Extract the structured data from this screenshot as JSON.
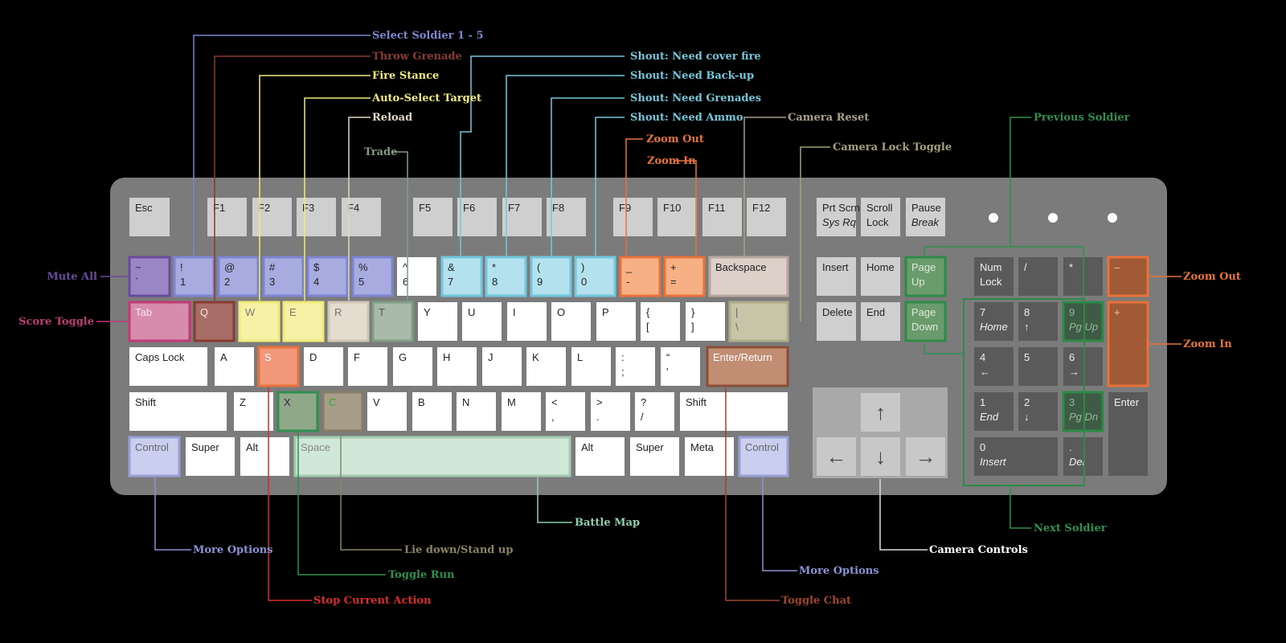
{
  "colors": {
    "background": "#000000",
    "board": "#7b7b7b",
    "key_white": "#ffffff",
    "key_gray": "#cfcfcf",
    "key_dark": "#5a5a5a",
    "numpad_border": "#2e8a47",
    "orange": "#e8733a",
    "blue": "#7d85d0",
    "purple": "#6a4a9c",
    "pink": "#c03a74",
    "yellow": "#f0ea7a",
    "cyan": "#72c7dc",
    "brown_red": "#8a3a30",
    "tan": "#a9a08a",
    "sage": "#7f9e84",
    "green": "#2f8f4e",
    "red": "#d72a2a",
    "mint": "#8ecfab",
    "lavender": "#8b93d6",
    "olive": "#8a8560",
    "dark_red": "#a0442c",
    "white_line": "#dddddd"
  },
  "keys": {
    "esc": {
      "main": "Esc"
    },
    "f1": {
      "main": "F1"
    },
    "f2": {
      "main": "F2"
    },
    "f3": {
      "main": "F3"
    },
    "f4": {
      "main": "F4"
    },
    "f5": {
      "main": "F5"
    },
    "f6": {
      "main": "F6"
    },
    "f7": {
      "main": "F7"
    },
    "f8": {
      "main": "F8"
    },
    "f9": {
      "main": "F9"
    },
    "f10": {
      "main": "F10"
    },
    "f11": {
      "main": "F11"
    },
    "f12": {
      "main": "F12"
    },
    "prtscrn": {
      "main": "Prt Scrn",
      "sub": "Sys Rq"
    },
    "scrolllock": {
      "main": "Scroll",
      "sub": "Lock"
    },
    "pause": {
      "main": "Pause",
      "sub": "Break"
    },
    "tilde": {
      "main": "~",
      "sub": "`"
    },
    "k1": {
      "main": "!",
      "sub": "1"
    },
    "k2": {
      "main": "@",
      "sub": "2"
    },
    "k3": {
      "main": "#",
      "sub": "3"
    },
    "k4": {
      "main": "$",
      "sub": "4"
    },
    "k5": {
      "main": "%",
      "sub": "5"
    },
    "k6": {
      "main": "^",
      "sub": "6"
    },
    "k7": {
      "main": "&",
      "sub": "7"
    },
    "k8": {
      "main": "*",
      "sub": "8"
    },
    "k9": {
      "main": "(",
      "sub": "9"
    },
    "k0": {
      "main": ")",
      "sub": "0"
    },
    "minus": {
      "main": "_",
      "sub": "-"
    },
    "equals": {
      "main": "+",
      "sub": "="
    },
    "backspace": {
      "main": "Backspace"
    },
    "insert": {
      "main": "Insert"
    },
    "home": {
      "main": "Home"
    },
    "pageup": {
      "main": "Page",
      "sub": "Up"
    },
    "tab": {
      "main": "Tab"
    },
    "q": {
      "main": "Q"
    },
    "w": {
      "main": "W"
    },
    "e": {
      "main": "E"
    },
    "r": {
      "main": "R"
    },
    "t": {
      "main": "T"
    },
    "y": {
      "main": "Y"
    },
    "u": {
      "main": "U"
    },
    "i": {
      "main": "I"
    },
    "o": {
      "main": "O"
    },
    "p": {
      "main": "P"
    },
    "lbrace": {
      "main": "{",
      "sub": "["
    },
    "rbrace": {
      "main": "}",
      "sub": "]"
    },
    "pipe": {
      "main": "|",
      "sub": "\\"
    },
    "delete": {
      "main": "Delete"
    },
    "end": {
      "main": "End"
    },
    "pagedown": {
      "main": "Page",
      "sub": "Down"
    },
    "capslock": {
      "main": "Caps Lock"
    },
    "a": {
      "main": "A"
    },
    "s": {
      "main": "S"
    },
    "d": {
      "main": "D"
    },
    "f": {
      "main": "F"
    },
    "g": {
      "main": "G"
    },
    "h": {
      "main": "H"
    },
    "j": {
      "main": "J"
    },
    "k": {
      "main": "K"
    },
    "l": {
      "main": "L"
    },
    "colon": {
      "main": ":",
      "sub": ";"
    },
    "quote": {
      "main": "“",
      "sub": "'"
    },
    "enter": {
      "main": "Enter/Return"
    },
    "lshift": {
      "main": "Shift"
    },
    "z": {
      "main": "Z"
    },
    "x": {
      "main": "X"
    },
    "c": {
      "main": "C"
    },
    "v": {
      "main": "V"
    },
    "b": {
      "main": "B"
    },
    "n": {
      "main": "N"
    },
    "m": {
      "main": "M"
    },
    "comma": {
      "main": "<",
      "sub": ","
    },
    "period": {
      "main": ">",
      "sub": "."
    },
    "slash": {
      "main": "?",
      "sub": "/"
    },
    "rshift": {
      "main": "Shift"
    },
    "lcontrol": {
      "main": "Control"
    },
    "lsuper": {
      "main": "Super"
    },
    "lalt": {
      "main": "Alt"
    },
    "space": {
      "main": "Space"
    },
    "ralt": {
      "main": "Alt"
    },
    "rsuper": {
      "main": "Super"
    },
    "meta": {
      "main": "Meta"
    },
    "rcontrol": {
      "main": "Control"
    },
    "up": {
      "main": "↑"
    },
    "left": {
      "main": "←"
    },
    "down": {
      "main": "↓"
    },
    "right": {
      "main": "→"
    },
    "numlock": {
      "main": "Num",
      "sub": "Lock"
    },
    "npdiv": {
      "main": "/"
    },
    "npmul": {
      "main": "*"
    },
    "npminus": {
      "main": "–"
    },
    "np7": {
      "main": "7",
      "sub": "Home"
    },
    "np8": {
      "main": "8",
      "sub": "↑"
    },
    "np9": {
      "main": "9",
      "sub": "Pg Up"
    },
    "npplus": {
      "main": "+"
    },
    "np4": {
      "main": "4",
      "sub": "←"
    },
    "np5": {
      "main": "5"
    },
    "np6": {
      "main": "6",
      "sub": "→"
    },
    "np1": {
      "main": "1",
      "sub": "End"
    },
    "np2": {
      "main": "2",
      "sub": "↓"
    },
    "np3": {
      "main": "3",
      "sub": "Pg Dn"
    },
    "npenter": {
      "main": "Enter"
    },
    "np0": {
      "main": "0",
      "sub": "Insert"
    },
    "npdot": {
      "main": ".",
      "sub": "Del"
    }
  },
  "callouts": {
    "select_soldier": "Select Soldier 1 - 5",
    "throw_grenade": "Throw Grenade",
    "fire_stance": "Fire Stance",
    "auto_select_target": "Auto-Select Target",
    "reload": "Reload",
    "trade": "Trade",
    "shout_cover_fire": "Shout: Need cover fire",
    "shout_backup": "Shout: Need Back-up",
    "shout_grenades": "Shout: Need Grenades",
    "shout_ammo": "Shout: Need Ammo",
    "zoom_out_top": "Zoom Out",
    "zoom_in_top": "Zoom In",
    "camera_reset": "Camera Reset",
    "camera_lock_toggle": "Camera Lock Toggle",
    "previous_soldier": "Previous Soldier",
    "mute_all": "Mute All",
    "score_toggle": "Score Toggle",
    "zoom_out_right": "Zoom Out",
    "zoom_in_right": "Zoom In",
    "battle_map": "Battle Map",
    "next_soldier": "Next Soldier",
    "more_options_left": "More Options",
    "lie_down": "Lie down/Stand up",
    "camera_controls": "Camera Controls",
    "toggle_run": "Toggle Run",
    "more_options_right": "More Options",
    "stop_action": "Stop Current Action",
    "toggle_chat": "Toggle Chat"
  }
}
